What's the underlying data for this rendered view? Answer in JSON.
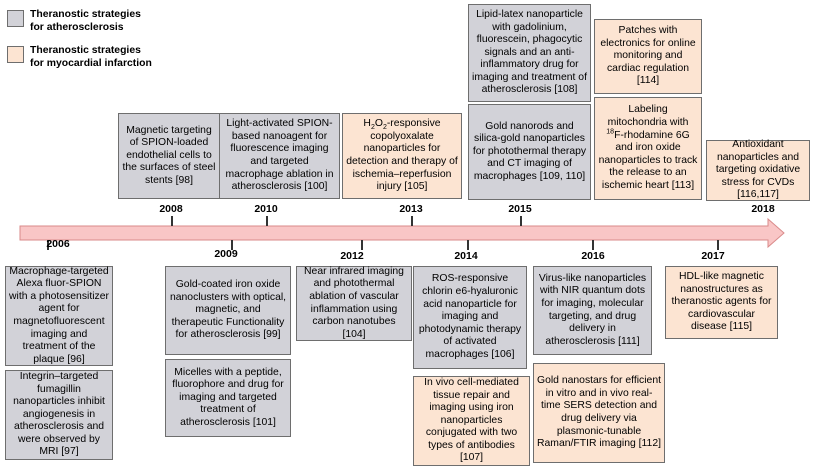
{
  "legend": {
    "atherosclerosis": "Theranostic strategies\nfor atherosclerosis",
    "myocardial_infarction": "Theranostic strategies\nfor myocardial infarction"
  },
  "colors": {
    "atherosclerosis_fill": "#d2d2d8",
    "myocardial_infarction_fill": "#fce4d2",
    "arrow_fill": "#f9c6c6",
    "arrow_stroke": "#d98a8a"
  },
  "years": {
    "y2006": "2006",
    "y2008": "2008",
    "y2009": "2009",
    "y2010": "2010",
    "y2012": "2012",
    "y2013": "2013",
    "y2014": "2014",
    "y2015": "2015",
    "y2016": "2016",
    "y2017": "2017",
    "y2018": "2018"
  },
  "boxes": {
    "b98": "Magnetic targeting of SPION-loaded endothelial cells to the surfaces of steel stents [98]",
    "b100": "Light-activated SPION-based nanoagent  for fluorescence imaging and targeted macrophage ablation in atherosclerosis [100]",
    "b105": {
      "pre": "H",
      "sub1": "2",
      "mid": "O",
      "sub2": "2",
      "post": "-responsive copolyoxalate nanoparticles for detection and therapy of ischemia–reperfusion injury [105]"
    },
    "b108": "Lipid-latex nanoparticle with gadolinium, fluorescein, phagocytic signals and an anti-inflammatory drug for imaging and treatment of atherosclerosis [108]",
    "b109": "Gold nanorods and silica-gold nanoparticles for photothermal therapy and CT imaging of macrophages [109, 110]",
    "b114": "Patches with electronics for online monitoring and cardiac regulation [114]",
    "b113": {
      "pre": "Labeling mitochondria with ",
      "sup": "18",
      "post": "F-rhodamine 6G and iron oxide nanoparticles to track the release to an ischemic heart [113]"
    },
    "b116": "Antioxidant nanoparticles and targeting oxidative stress for CVDs [116,117]",
    "b96": "Macrophage-targeted Alexa fluor-SPION with a photosensitizer agent for magnetofluorescent imaging and treatment of the plaque [96]",
    "b97": "Integrin–targeted fumagillin nanoparticles inhibit angiogenesis in atherosclerosis and were observed by MRI [97]",
    "b99": "Gold-coated iron oxide nanoclusters with optical, magnetic, and therapeutic Functionality for atherosclerosis  [99]",
    "b101": "Micelles with a peptide, fluorophore and drug for imaging and targeted treatment of atherosclerosis [101]",
    "b104": "Near infrared imaging and photothermal ablation of vascular inflammation using carbon nanotubes [104]",
    "b106": "ROS-responsive chlorin e6-hyaluronic acid nanoparticle for imaging and photodynamic therapy of activated macrophages [106]",
    "b107": "In vivo cell-mediated tissue repair and imaging using iron nanoparticles conjugated with two types of antibodies [107]",
    "b111": "Virus-like nanoparticles with NIR quantum dots for imaging, molecular targeting, and drug delivery  in atherosclerosis [111]",
    "b112": "Gold nanostars for efficient in vitro and in vivo real- time SERS detection and drug delivery via plasmonic-tunable Raman/FTIR imaging [112]",
    "b115": "HDL-like magnetic nanostructures as theranostic agents for cardiovascular disease [115]"
  }
}
